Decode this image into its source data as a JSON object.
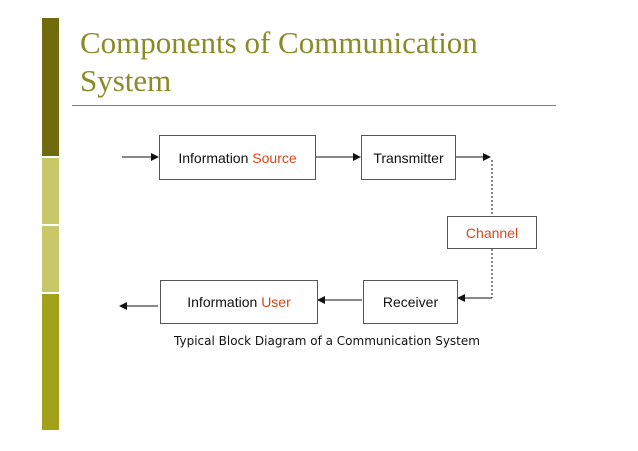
{
  "title": "Components of Communication System",
  "colors": {
    "title": "#8a8a26",
    "accent": "#d9461b",
    "bar_dark": "#6f6b0e",
    "bar_light": "#c8c86a"
  },
  "blocks": {
    "source": {
      "prefix": "Information ",
      "highlight": "Source"
    },
    "transmitter": {
      "label": "Transmitter"
    },
    "channel": {
      "label": "Channel"
    },
    "receiver": {
      "label": "Receiver"
    },
    "user": {
      "prefix": "Information ",
      "highlight": "User"
    }
  },
  "caption": "Typical Block Diagram of a Communication System"
}
